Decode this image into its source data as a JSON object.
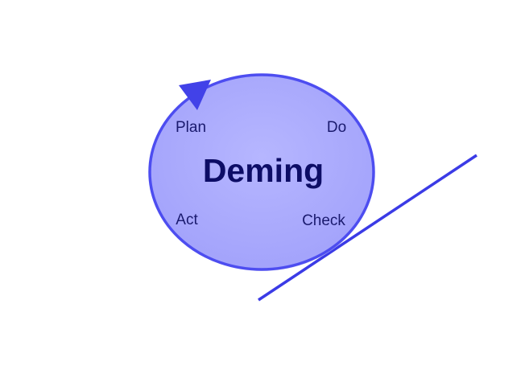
{
  "diagram": {
    "center_label": "Deming",
    "steps": {
      "plan": "Plan",
      "do": "Do",
      "check": "Check",
      "act": "Act"
    }
  },
  "colors": {
    "circle_fill": "#aaaaff",
    "circle_stroke": "#4d4df0",
    "arrowhead": "#4242e8",
    "incline_line": "#3b3be6",
    "center_text": "#0d0d66",
    "step_text": "#1a1a6e"
  }
}
